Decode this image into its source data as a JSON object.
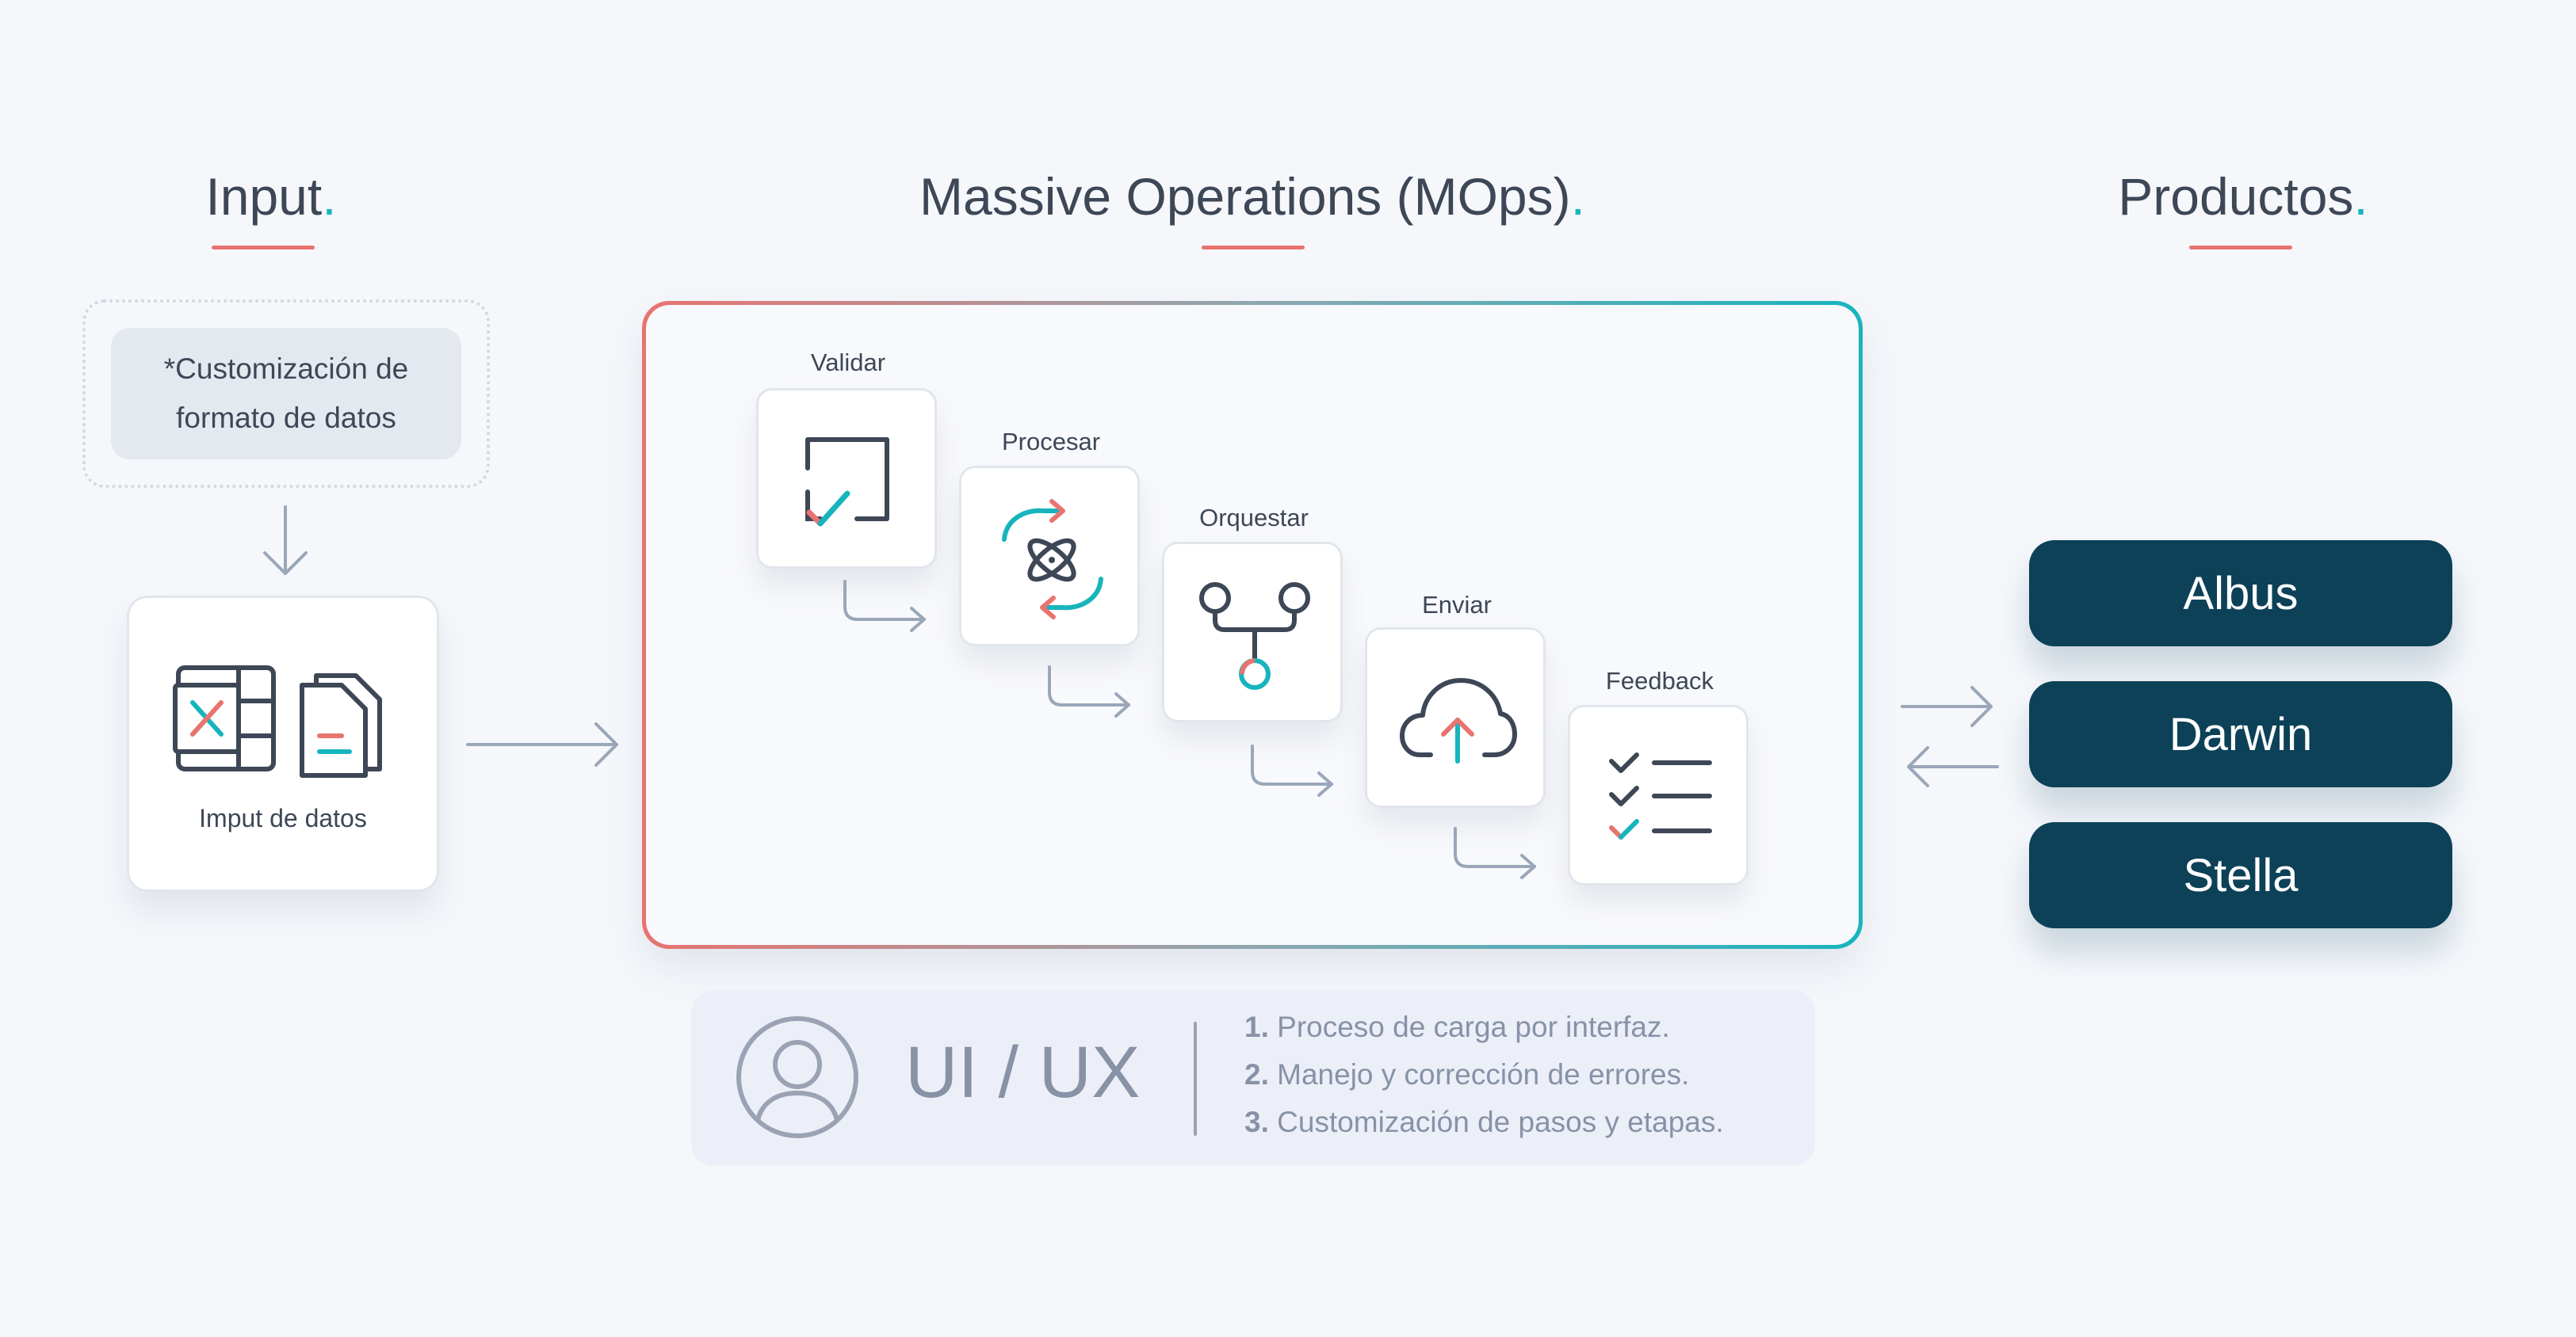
{
  "headings": {
    "input": {
      "text": "Input",
      "dot": "."
    },
    "mops": {
      "text": "Massive Operations (MOps)",
      "dot": "."
    },
    "products": {
      "text": "Productos",
      "dot": "."
    }
  },
  "input": {
    "custom_card": "*Customización de formato de datos",
    "data_card_label": "Imput de datos"
  },
  "mops_steps": [
    {
      "label": "Validar",
      "icon": "validate-check-icon"
    },
    {
      "label": "Procesar",
      "icon": "process-cycle-icon"
    },
    {
      "label": "Orquestar",
      "icon": "orchestrate-branch-icon"
    },
    {
      "label": "Enviar",
      "icon": "cloud-upload-icon"
    },
    {
      "label": "Feedback",
      "icon": "checklist-icon"
    }
  ],
  "products": [
    "Albus",
    "Darwin",
    "Stella"
  ],
  "uiux": {
    "title": "UI / UX",
    "items": [
      {
        "num": "1.",
        "text": "Proceso de carga por interfaz."
      },
      {
        "num": "2.",
        "text": "Manejo y corrección de errores."
      },
      {
        "num": "3.",
        "text": "Customización de pasos y etapas."
      }
    ]
  },
  "colors": {
    "background": "#f5f7fb",
    "accent_red": "#e8736f",
    "accent_teal": "#18b4bd",
    "product_bg": "#0c4158",
    "text": "#3d4756"
  }
}
